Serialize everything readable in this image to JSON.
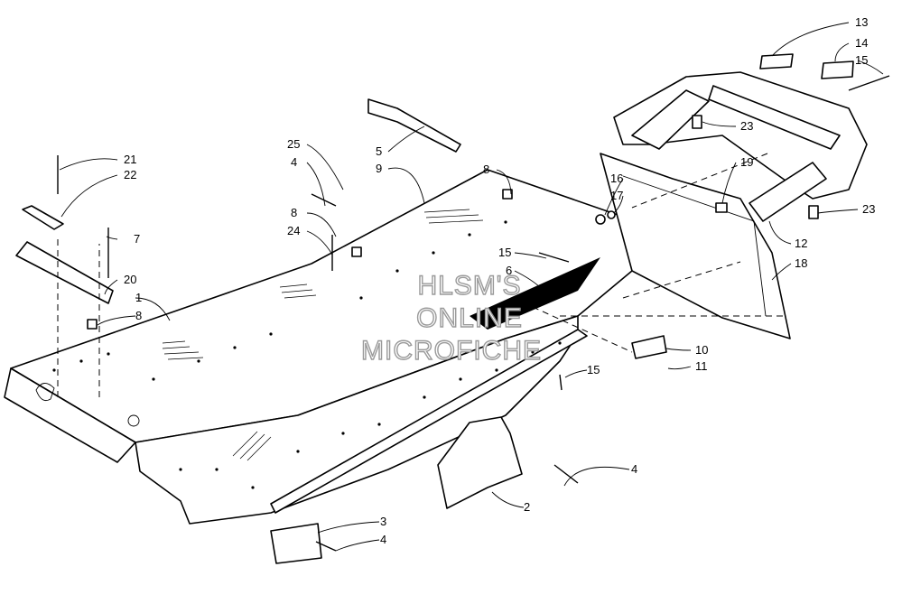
{
  "watermark": {
    "line1": "HLSM'S",
    "line2": "ONLINE",
    "line3": "MICROFICHE"
  },
  "callouts": {
    "c1": "1",
    "c2": "2",
    "c3": "3",
    "c4a": "4",
    "c4b": "4",
    "c4c": "4",
    "c5": "5",
    "c6": "6",
    "c7": "7",
    "c8a": "8",
    "c8b": "8",
    "c8c": "8",
    "c9": "9",
    "c10": "10",
    "c11": "11",
    "c12": "12",
    "c13": "13",
    "c14": "14",
    "c15a": "15",
    "c15b": "15",
    "c15c": "15",
    "c16": "16",
    "c17": "17",
    "c18": "18",
    "c19": "19",
    "c20": "20",
    "c21": "21",
    "c22": "22",
    "c23a": "23",
    "c23b": "23",
    "c24": "24",
    "c25": "25"
  }
}
